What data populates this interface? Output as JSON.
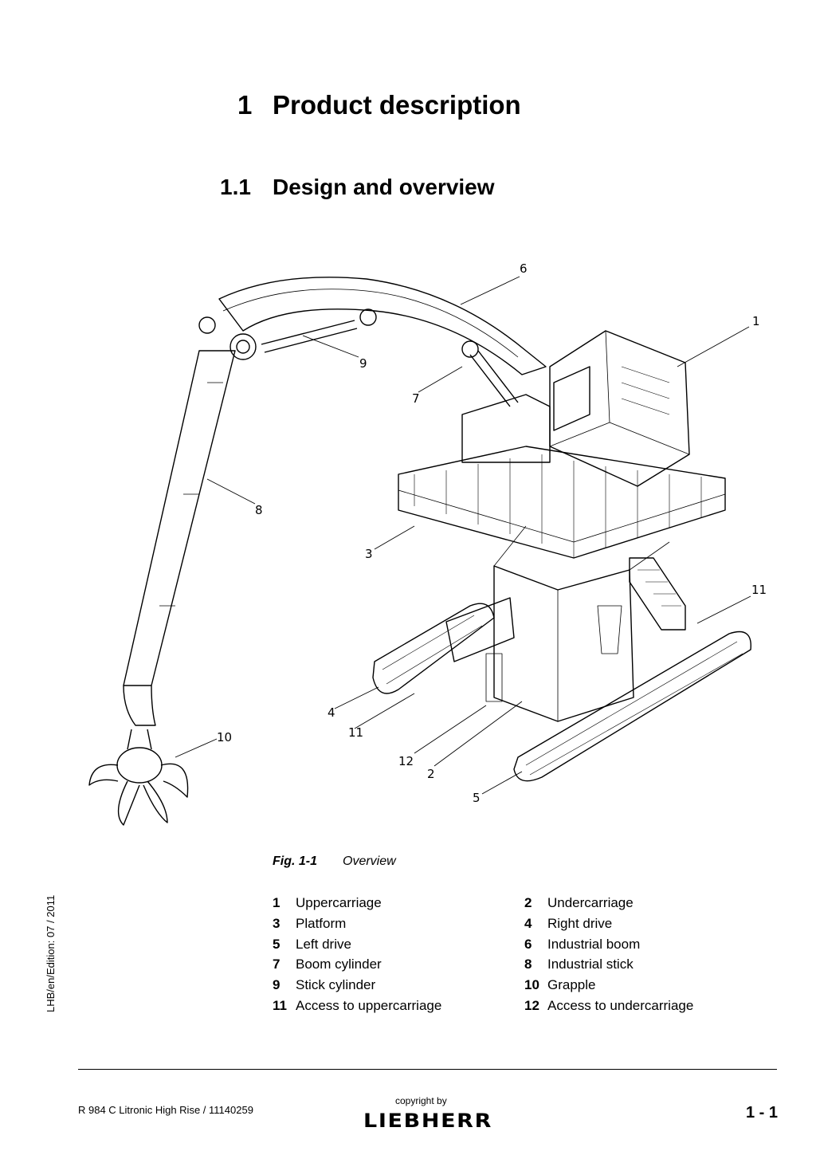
{
  "heading": {
    "number": "1",
    "title": "Product description"
  },
  "subheading": {
    "number": "1.1",
    "title": "Design and overview"
  },
  "figure": {
    "callouts": [
      "6",
      "1",
      "9",
      "7",
      "8",
      "3",
      "11",
      "4",
      "11",
      "10",
      "12",
      "2",
      "5"
    ]
  },
  "caption": {
    "label": "Fig. 1-1",
    "text": "Overview"
  },
  "legend": [
    {
      "num": "1",
      "label": "Uppercarriage"
    },
    {
      "num": "2",
      "label": "Undercarriage"
    },
    {
      "num": "3",
      "label": "Platform"
    },
    {
      "num": "4",
      "label": "Right drive"
    },
    {
      "num": "5",
      "label": "Left drive"
    },
    {
      "num": "6",
      "label": "Industrial boom"
    },
    {
      "num": "7",
      "label": "Boom cylinder"
    },
    {
      "num": "8",
      "label": "Industrial stick"
    },
    {
      "num": "9",
      "label": "Stick cylinder"
    },
    {
      "num": "10",
      "label": "Grapple"
    },
    {
      "num": "11",
      "label": "Access to uppercarriage"
    },
    {
      "num": "12",
      "label": "Access to undercarriage"
    }
  ],
  "side_text": "LHB/en/Edition: 07 / 2011",
  "footer": {
    "doc_id": "R 984 C Litronic High Rise / 11140259",
    "copyright": "copyright by",
    "brand": "LIEBHERR",
    "page_number": "1 - 1"
  }
}
